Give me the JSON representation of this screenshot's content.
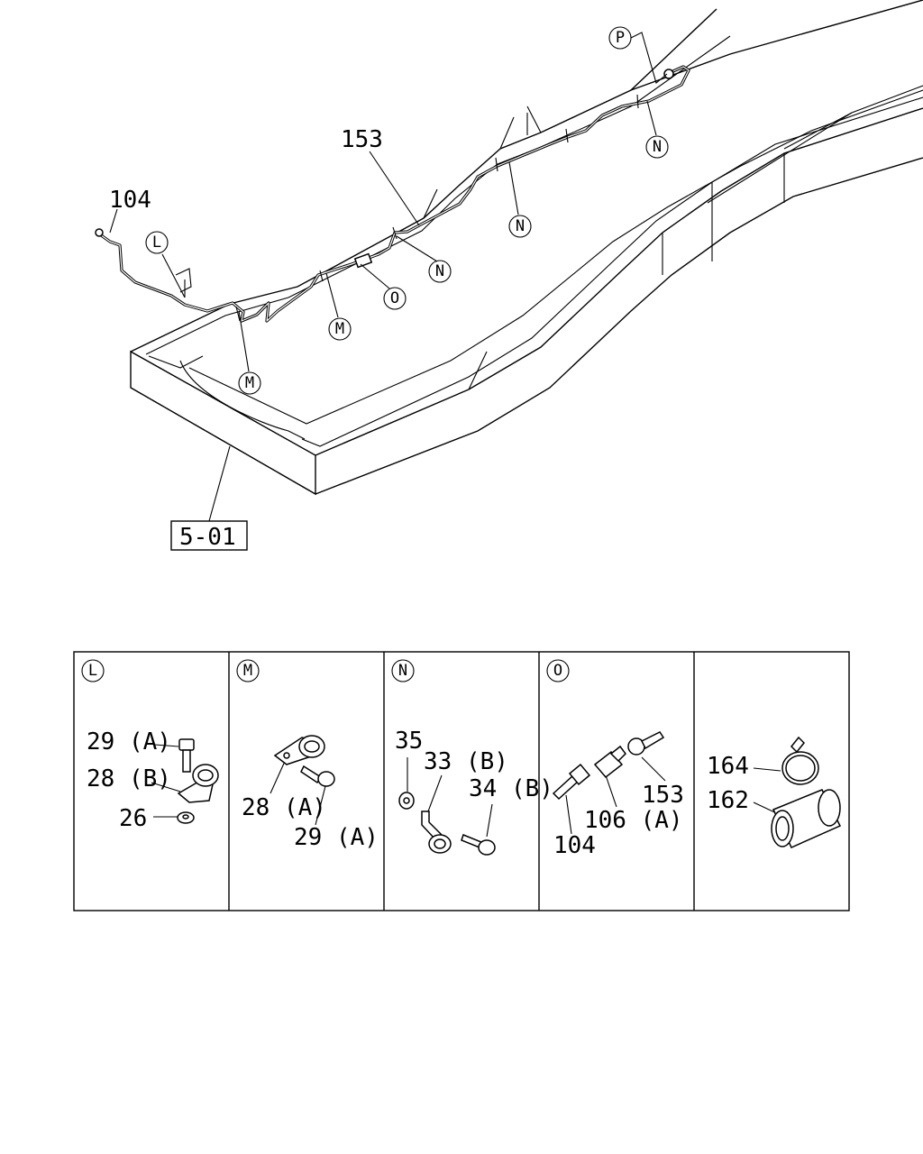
{
  "main_view": {
    "labels": {
      "hose_104": "104",
      "pipe_153": "153",
      "ref_box": "5-01"
    },
    "callouts": {
      "P": "P",
      "L": "L",
      "M": "M",
      "N": "N",
      "O": "O"
    }
  },
  "detail_table": {
    "panels": [
      {
        "key": "L",
        "parts": [
          "29 (A)",
          "28 (B)",
          "26"
        ]
      },
      {
        "key": "M",
        "parts": [
          "28 (A)",
          "29 (A)"
        ]
      },
      {
        "key": "N",
        "parts": [
          "35",
          "33 (B)",
          "34 (B)"
        ]
      },
      {
        "key": "O",
        "parts": [
          "104",
          "106 (A)",
          "153"
        ]
      },
      {
        "key": "",
        "parts": [
          "164",
          "162"
        ]
      }
    ]
  }
}
